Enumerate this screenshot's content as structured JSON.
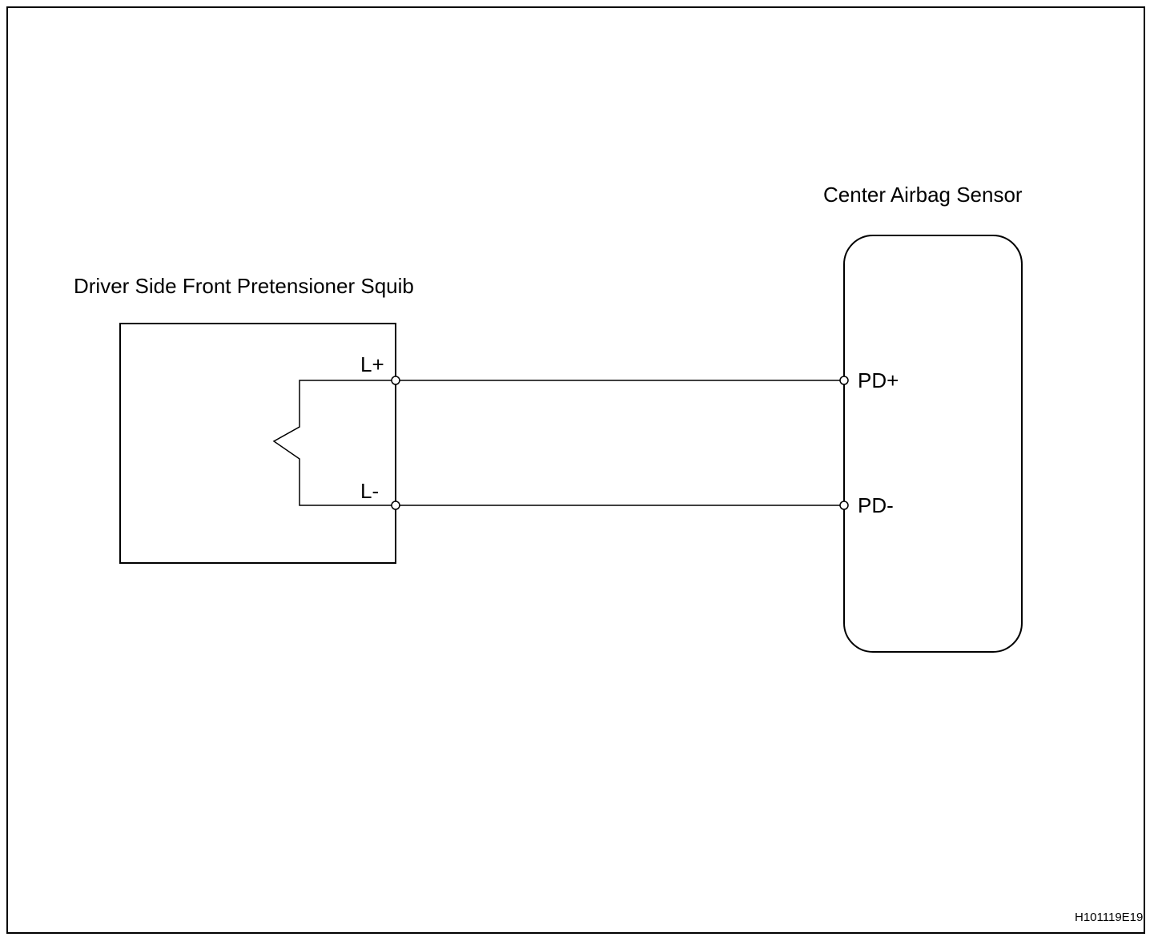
{
  "components": {
    "squib": {
      "title": "Driver Side Front Pretensioner Squib",
      "pin_plus": "L+",
      "pin_minus": "L-"
    },
    "sensor": {
      "title": "Center Airbag Sensor",
      "pin_plus": "PD+",
      "pin_minus": "PD-"
    }
  },
  "figure_ref": "H101119E19",
  "connections": [
    {
      "from": "L+",
      "to": "PD+"
    },
    {
      "from": "L-",
      "to": "PD-"
    }
  ]
}
